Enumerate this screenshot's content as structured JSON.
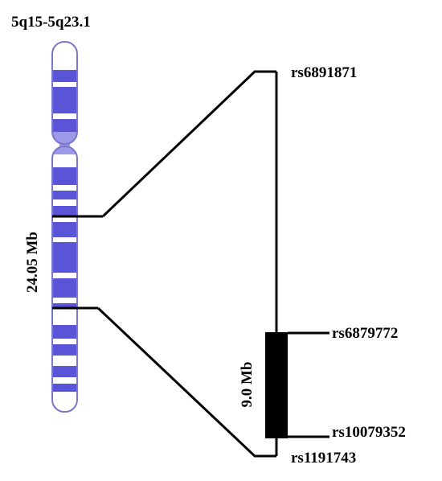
{
  "region_label": "5q15-5q23.1",
  "region_size_label": "24.05 Mb",
  "interval_size_label": "9.0 Mb",
  "markers": {
    "top": "rs6891871",
    "block_top": "rs6879772",
    "block_bottom": "rs10079352",
    "bottom": "rs1191743"
  },
  "colors": {
    "chromosome_band": "#5a55d6",
    "chromosome_light": "#ffffff",
    "centromere": "#9c98ea",
    "outline": "#7a76c8",
    "lines": "#000000",
    "block": "#000000"
  }
}
